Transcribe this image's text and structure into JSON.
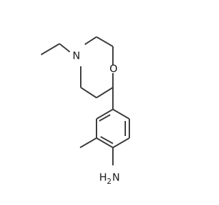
{
  "molecule": {
    "atoms": {
      "nitrogen_ring": "N",
      "oxygen_ring": "O",
      "amine_h": "H",
      "amine_n": "N",
      "amine_sub": "2"
    }
  },
  "colors": {
    "bond": "#3a3a3a",
    "label": "#1a1a1a",
    "background": "#ffffff"
  }
}
